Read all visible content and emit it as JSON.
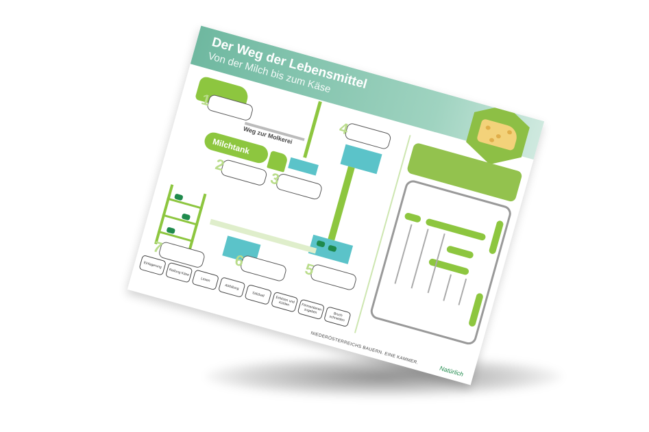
{
  "header": {
    "title": "Der Weg der Lebensmittel",
    "subtitle": "Von der Milch bis zum Käse"
  },
  "diagram": {
    "milk_tank_label": "Milchtank",
    "route_label": "Weg zur Molkerei",
    "step_numbers": [
      "1",
      "2",
      "3",
      "4",
      "5",
      "6",
      "7"
    ]
  },
  "answer_labels": [
    "Einlagerung",
    "Reifung Käse",
    "Lesen",
    "Abfüllung",
    "Salzbad",
    "Erhitzen und Kühlen",
    "Fermentieren zugeben",
    "Bruch schneiden"
  ],
  "footer": {
    "org": "NIEDERÖSTERREICHS BAUERN. EINE KAMMER.",
    "signature": "Natürlich"
  },
  "colors": {
    "header_teal": "#6fb8a0",
    "accent_green": "#8dc63f",
    "water_blue": "#5bc3c9",
    "dark_green": "#1f8a4c"
  }
}
